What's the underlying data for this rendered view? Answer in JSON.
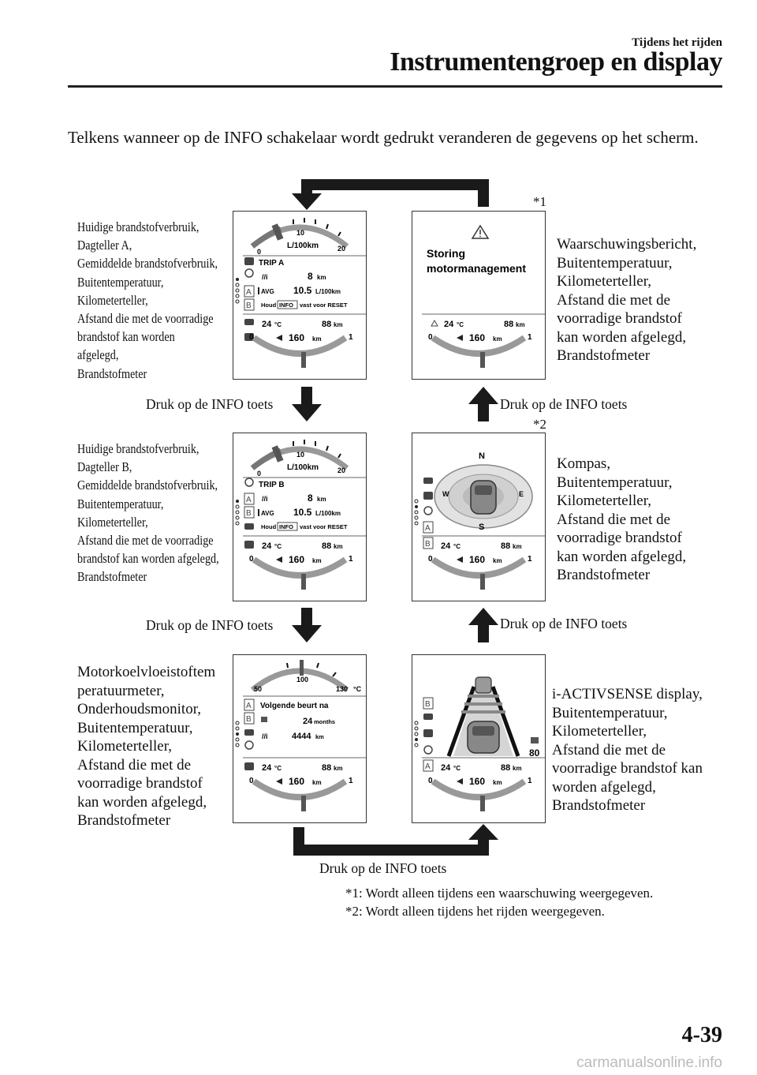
{
  "header": {
    "section": "Tijdens het rijden",
    "chapter": "Instrumentengroep en display"
  },
  "intro": "Telkens wanneer op de INFO schakelaar wordt gedrukt veranderen de gegevens op het scherm.",
  "flow": {
    "press_label": "Druk op de INFO toets",
    "marker_1": "*1",
    "marker_2": "*2"
  },
  "screens": {
    "trip_a": {
      "description": [
        "Huidige brandstofverbruik,",
        "Dagteller A,",
        "Gemiddelde brandstofverbruik,",
        "Buitentemperatuur,",
        "Kilometerteller,",
        "Afstand die met de voorradige",
        "brandstof kan worden",
        "afgelegd,",
        "Brandstofmeter"
      ],
      "gauge_min": "0",
      "gauge_mid": "10",
      "gauge_max": "20",
      "gauge_unit": "L/100km",
      "trip_title": "TRIP A",
      "trip_value": "8",
      "trip_unit": "km",
      "avg_label": "AVG",
      "avg_value": "10.5",
      "avg_unit": "L/100km",
      "reset_pre": "Houd",
      "reset_btn": "INFO",
      "reset_post": "vast voor RESET"
    },
    "warning": {
      "description": [
        "Waarschuwingsbericht,",
        "Buitentemperatuur,",
        "Kilometerteller,",
        "Afstand die met de",
        "voorradige brandstof",
        "kan worden afgelegd,",
        "Brandstofmeter"
      ],
      "line1": "Storing",
      "line2": "motormanagement"
    },
    "trip_b": {
      "description": [
        "Huidige brandstofverbruik,",
        "Dagteller B,",
        "Gemiddelde brandstofverbruik,",
        "Buitentemperatuur,",
        "Kilometerteller,",
        "Afstand die met de voorradige",
        "brandstof kan worden afgelegd,",
        "Brandstofmeter"
      ],
      "gauge_min": "0",
      "gauge_mid": "10",
      "gauge_max": "20",
      "gauge_unit": "L/100km",
      "trip_title": "TRIP B",
      "trip_value": "8",
      "trip_unit": "km",
      "avg_label": "AVG",
      "avg_value": "10.5",
      "avg_unit": "L/100km",
      "reset_pre": "Houd",
      "reset_btn": "INFO",
      "reset_post": "vast voor RESET"
    },
    "compass": {
      "description": [
        "Kompas,",
        "Buitentemperatuur,",
        "Kilometerteller,",
        "Afstand die met de",
        "voorradige brandstof",
        "kan worden afgelegd,",
        "Brandstofmeter"
      ],
      "n": "N",
      "e": "E",
      "s": "S",
      "w": "W"
    },
    "maintenance": {
      "description": [
        "Motorkoelvloeistoftem",
        "peratuurmeter,",
        "Onderhoudsmonitor,",
        "Buitentemperatuur,",
        "Kilometerteller,",
        "Afstand die met de",
        "voorradige brandstof",
        "kan worden afgelegd,",
        "Brandstofmeter"
      ],
      "gauge_min": "50",
      "gauge_mid": "100",
      "gauge_max": "130",
      "gauge_unit": "°C",
      "title": "Volgende beurt na",
      "months_value": "24",
      "months_unit": "months",
      "km_value": "4444",
      "km_unit": "km"
    },
    "activsense": {
      "description": [
        "i-ACTIVSENSE display,",
        "Buitentemperatuur,",
        "Kilometerteller,",
        "Afstand die met de",
        "voorradige brandstof kan",
        "worden afgelegd,",
        "Brandstofmeter"
      ],
      "speed": "80"
    }
  },
  "common": {
    "temp_value": "24",
    "temp_unit": "°C",
    "odo_value": "88",
    "odo_unit": "km",
    "range_value": "160",
    "range_unit": "km",
    "fuel_min": "0",
    "fuel_max": "1",
    "badge_a": "A",
    "badge_b": "B"
  },
  "footnotes": [
    "*1: Wordt alleen tijdens een waarschuwing weergegeven.",
    "*2: Wordt alleen tijdens het rijden weergegeven."
  ],
  "page_number": "4-39",
  "watermark": "carmanualsonline.info"
}
